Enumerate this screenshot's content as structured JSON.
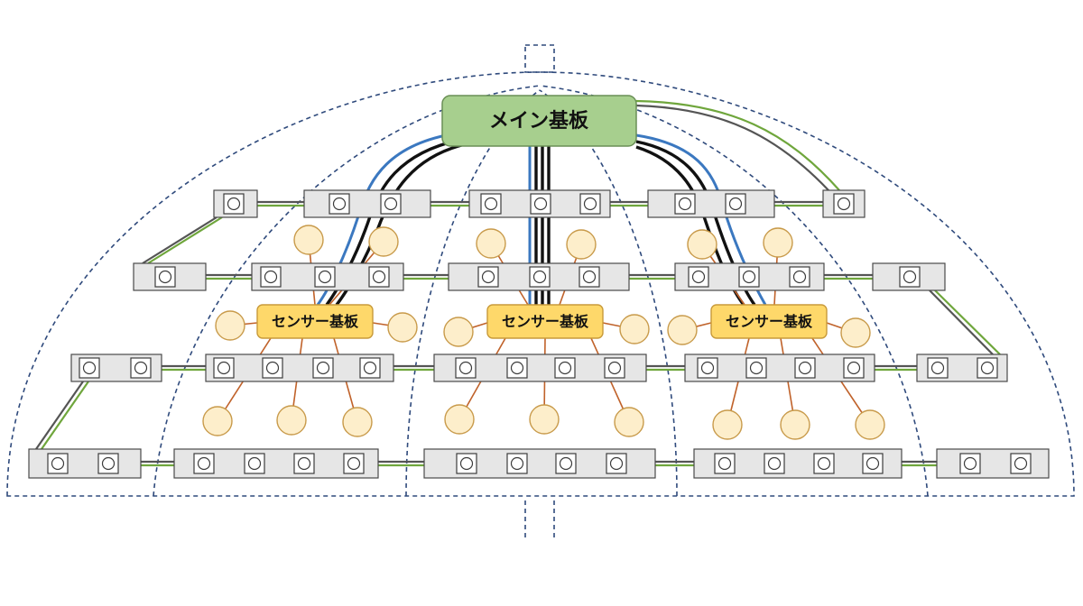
{
  "main_board": {
    "label": "メイン基板",
    "color": "#a7cf8e"
  },
  "sensor_boards": [
    {
      "label": "センサー基板"
    },
    {
      "label": "センサー基板"
    },
    {
      "label": "センサー基板"
    }
  ],
  "colors": {
    "sensor_board": "#fed86a",
    "sensor": "#fdeecb",
    "led_bar": "#e6e6e6",
    "dome_outline": "#2f4a7c",
    "wire_green": "#6fa63c",
    "wire_dark": "#555555",
    "wire_blue": "#3b78c0",
    "wire_black": "#111111",
    "wire_orange": "#c0622a"
  }
}
